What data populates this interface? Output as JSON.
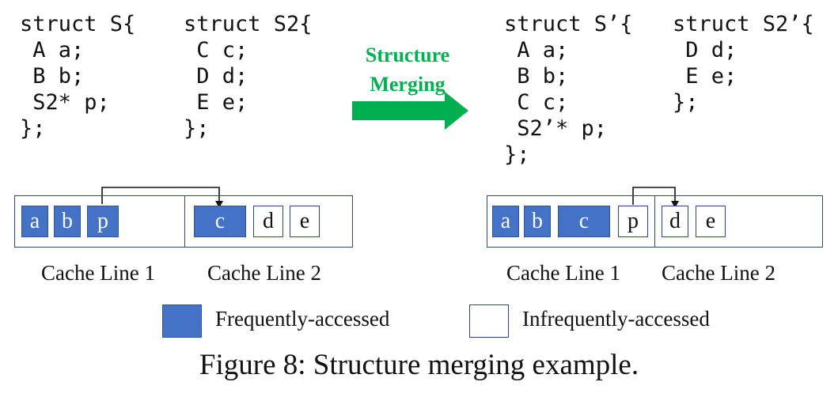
{
  "code": {
    "struct_s": [
      "struct S{",
      " A a;",
      " B b;",
      " S2* p;",
      "};"
    ],
    "struct_s2": [
      "struct S2{",
      " C c;",
      " D d;",
      " E e;",
      "};"
    ],
    "struct_s_prime": [
      "struct S’{",
      " A a;",
      " B b;",
      " C c;",
      " S2’* p;",
      "};"
    ],
    "struct_s2_prime": [
      "struct S2’{",
      " D d;",
      " E e;",
      "};"
    ]
  },
  "arrow": {
    "label_line1": "Structure",
    "label_line2": "Merging",
    "color": "#00b050"
  },
  "before": {
    "line1_cells": [
      {
        "label": "a",
        "frequent": true
      },
      {
        "label": "b",
        "frequent": true
      },
      {
        "label": "p",
        "frequent": true
      }
    ],
    "line2_cells": [
      {
        "label": "c",
        "frequent": true
      },
      {
        "label": "d",
        "frequent": false
      },
      {
        "label": "e",
        "frequent": false
      }
    ],
    "line1_label": "Cache Line 1",
    "line2_label": "Cache Line 2"
  },
  "after": {
    "line1_cells": [
      {
        "label": "a",
        "frequent": true
      },
      {
        "label": "b",
        "frequent": true
      },
      {
        "label": "c",
        "frequent": true
      },
      {
        "label": "p",
        "frequent": false
      }
    ],
    "line2_cells": [
      {
        "label": "d",
        "frequent": false
      },
      {
        "label": "e",
        "frequent": false
      }
    ],
    "line1_label": "Cache Line 1",
    "line2_label": "Cache Line 2"
  },
  "legend": {
    "frequent_label": "Frequently-accessed",
    "infrequent_label": "Infrequently-accessed"
  },
  "colors": {
    "frequent": "#4472c4",
    "box_border": "#2f4b7c"
  },
  "caption": "Figure 8: Structure merging example."
}
